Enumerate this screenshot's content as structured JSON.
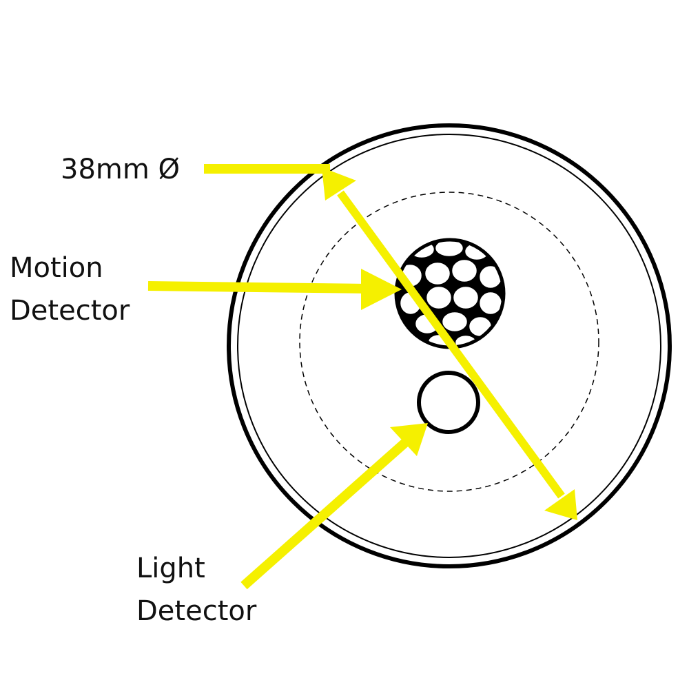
{
  "labels": {
    "diameter": "38mm Ø",
    "motion_line1": "Motion",
    "motion_line2": "Detector",
    "light_line1": "Light",
    "light_line2": "Detector"
  },
  "colors": {
    "arrow": "#f5f000",
    "outline": "#000000",
    "background": "#ffffff"
  }
}
